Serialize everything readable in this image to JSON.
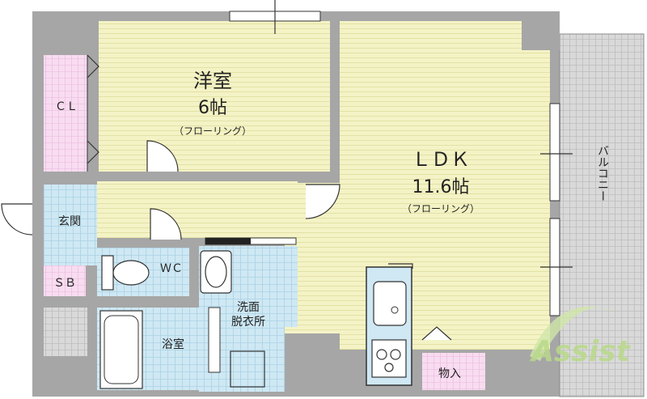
{
  "rooms": {
    "western": {
      "name": "洋室",
      "size": "6帖",
      "floor": "（フローリング）"
    },
    "ldk": {
      "name": "ＬＤＫ",
      "size": "11.6帖",
      "floor": "（フローリング）"
    },
    "closet": {
      "name": "ＣＬ"
    },
    "balcony": {
      "name": "バルコニー"
    },
    "entrance": {
      "name": "玄関"
    },
    "shoebox": {
      "name": "ＳＢ"
    },
    "wc": {
      "name": "ＷＣ"
    },
    "washroom": {
      "line1": "洗面",
      "line2": "脱衣所"
    },
    "bath": {
      "name": "浴室"
    },
    "storage": {
      "name": "物入"
    }
  },
  "watermark": {
    "text": "Assist"
  },
  "colors": {
    "floor_wood": "#f4f3c6",
    "floor_tile": "#cfe8f3",
    "closet_pink": "#f8dcf0",
    "wall": "#a6a6a6",
    "balcony": "#dcdcdc",
    "watermark": "#b9d98a"
  }
}
